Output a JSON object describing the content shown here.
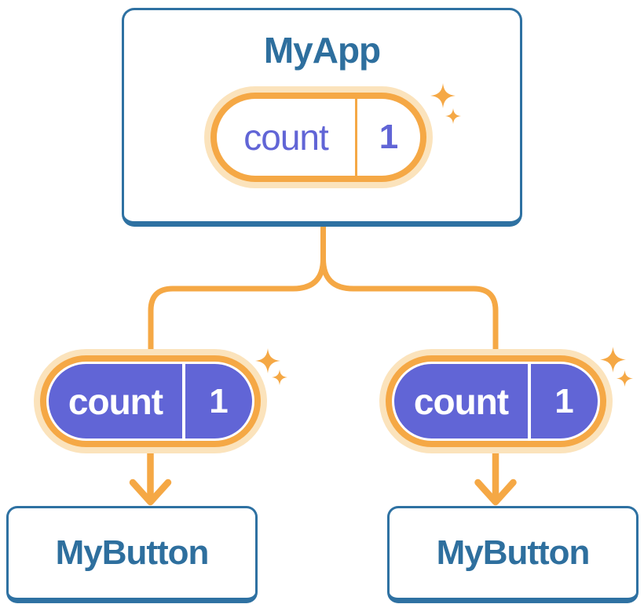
{
  "diagram": {
    "root": {
      "title": "MyApp",
      "state": {
        "label": "count",
        "value": "1"
      }
    },
    "children": [
      {
        "pill": {
          "label": "count",
          "value": "1"
        },
        "card": {
          "title": "MyButton"
        }
      },
      {
        "pill": {
          "label": "count",
          "value": "1"
        },
        "card": {
          "title": "MyButton"
        }
      }
    ]
  },
  "colors": {
    "card_border_blue": "#2E71A2",
    "title_blue": "#2E6F9E",
    "accent_orange": "#F5A845",
    "pale_orange": "#FBE3BC",
    "state_purple": "#6165D6",
    "background": "#FFFFFF"
  }
}
